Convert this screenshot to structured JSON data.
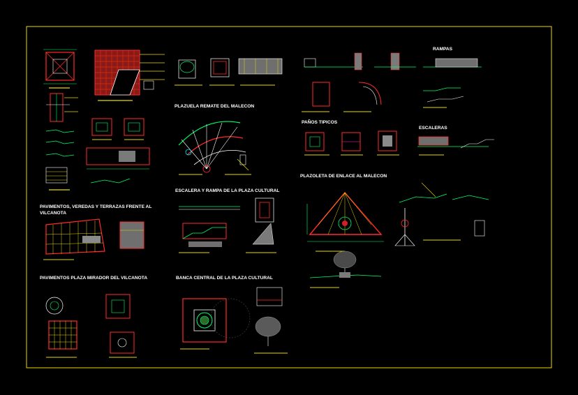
{
  "colors": {
    "background": "#000000",
    "frame": "#e8d800",
    "annotation": "#e8d800",
    "wall": "#ff2a2a",
    "dimension": "#00ff66",
    "structure": "#ffffff",
    "accent": "#00e5ff",
    "hatch": "#ff3300",
    "magenta": "#ff33cc"
  },
  "sections": {
    "placuela_remate": "PLAZUELA REMATE DEL MALECON",
    "panos_tipicos": "PAÑOS TIPICOS",
    "escaleras": "ESCALERAS",
    "rampas": "RAMPAS",
    "plazoleta_enlace": "PLAZOLETA DE ENLACE AL MALECON",
    "escalera_rampa": "ESCALERA Y RAMPA  DE LA PLAZA CULTURAL",
    "pavimentos_veredas_1": "PAVIMENTOS, VEREDAS Y TERRAZAS FRENTE AL",
    "pavimentos_veredas_2": "VILCANOTA",
    "pavimentos_mirador": "PAVIMENTOS PLAZA MIRADOR DEL VILCANOTA",
    "banca_central": "BANCA CENTRAL DE LA  PLAZA CULTURAL"
  }
}
